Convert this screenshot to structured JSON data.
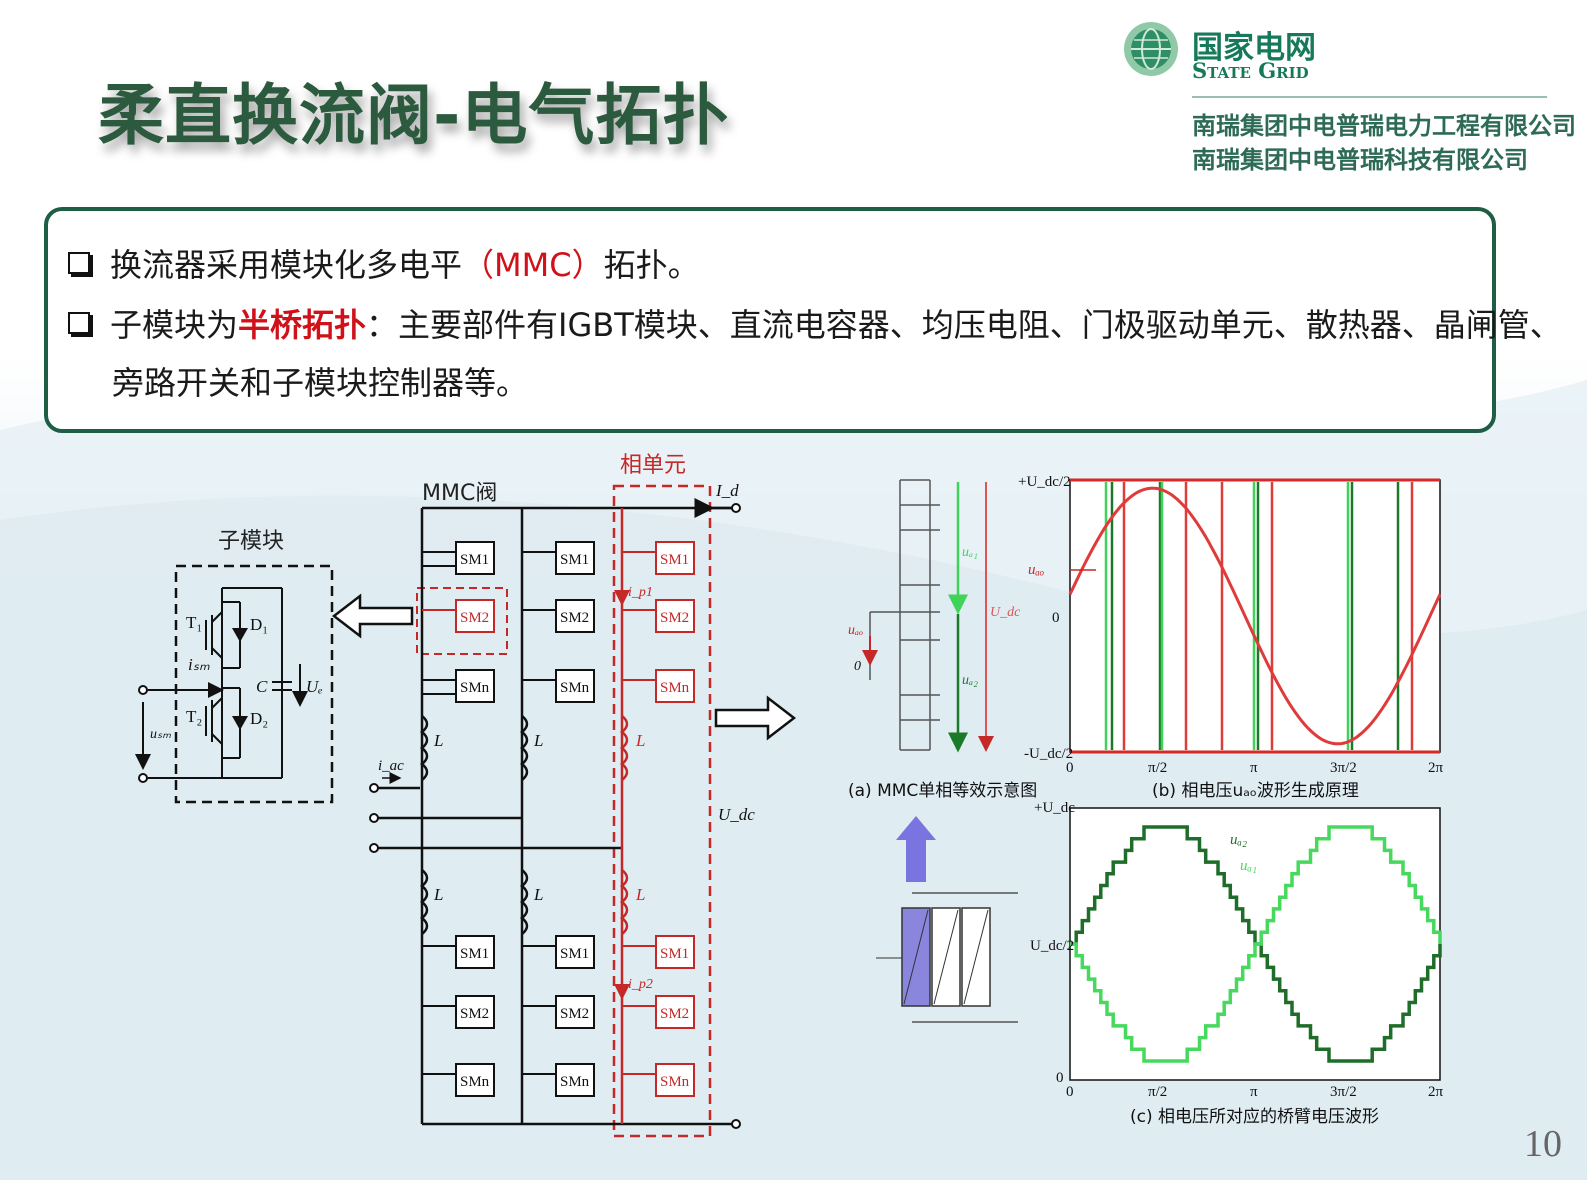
{
  "header": {
    "title": "柔直换流阀-电气拓扑",
    "logo_cn": "国家电网",
    "logo_en": "State Grid",
    "company_1": "南瑞集团中电普瑞电力工程有限公司",
    "company_2": "南瑞集团中电普瑞科技有限公司"
  },
  "bullets": {
    "b1_pre": "换流器采用模块化多电平",
    "b1_red": "（MMC）",
    "b1_post": "拓扑。",
    "b2_pre": "子模块为",
    "b2_red": "半桥拓扑",
    "b2_post": "：主要部件有IGBT模块、直流电容器、均压电阻、门极驱动单元、散热器、晶闸管、",
    "b2_cont": "旁路开关和子模块控制器等。"
  },
  "submodule": {
    "title": "子模块",
    "t1": "T₁",
    "d1": "D₁",
    "t2": "T₂",
    "d2": "D₂",
    "c": "C",
    "uc": "Uₑ",
    "ism": "iₛₘ",
    "usm": "uₛₘ"
  },
  "mmc": {
    "title": "MMC阀",
    "phase_unit": "相单元",
    "sm1": "SM1",
    "sm2": "SM2",
    "smn": "SMn",
    "L": "L",
    "id": "I_d",
    "udc": "U_dc",
    "iac": "i_ac",
    "ip1": "i_p1",
    "ip2": "i_p2"
  },
  "plot_a": {
    "caption": "(a) MMC单相等效示意图",
    "ua1": "uₐ₁",
    "ua2": "uₐ₂",
    "udc": "U_dc",
    "uao": "uₐₒ",
    "zero": "0"
  },
  "plot_b": {
    "caption": "(b) 相电压uₐₒ波形生成原理",
    "y_top": "+U_dc/2",
    "y_mid": "0",
    "y_bot": "-U_dc/2",
    "series_label": "uₐₒ",
    "x_ticks": [
      "0",
      "π/2",
      "π",
      "3π/2",
      "2π"
    ]
  },
  "plot_c": {
    "caption": "(c) 相电压所对应的桥臂电压波形",
    "y_top": "+U_dc",
    "y_mid": "U_dc/2",
    "y_bot": "0",
    "series_1": "uₐ₂",
    "series_2": "uₐ₁",
    "x_ticks": [
      "0",
      "π/2",
      "π",
      "3π/2",
      "2π"
    ]
  },
  "page_number": "10",
  "colors": {
    "title": "#2c5a3f",
    "accent_red": "#d0111a",
    "dark_green": "#1b5e20",
    "light_green": "#3fd35a",
    "box_border": "#1d5e44"
  }
}
